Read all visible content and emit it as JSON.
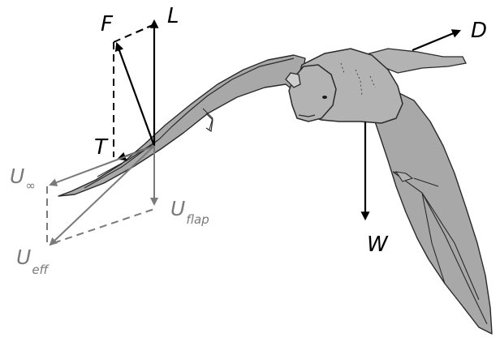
{
  "labels": {
    "lift": "L",
    "resultant_force": "F",
    "drag": "D",
    "weight": "W",
    "thrust": "T",
    "free_stream_velocity": {
      "main": "U",
      "sub": "∞"
    },
    "flap_velocity": {
      "main": "U",
      "sub": "flap"
    },
    "effective_velocity": {
      "main": "U",
      "sub": "eff"
    }
  },
  "colors": {
    "force_vectors": "#000000",
    "velocity_vectors": "#7a7a7a",
    "bat_body": "#b3b3b3",
    "bat_wing_membrane": "#a8a8a8",
    "outline": "#2a2a2a"
  }
}
